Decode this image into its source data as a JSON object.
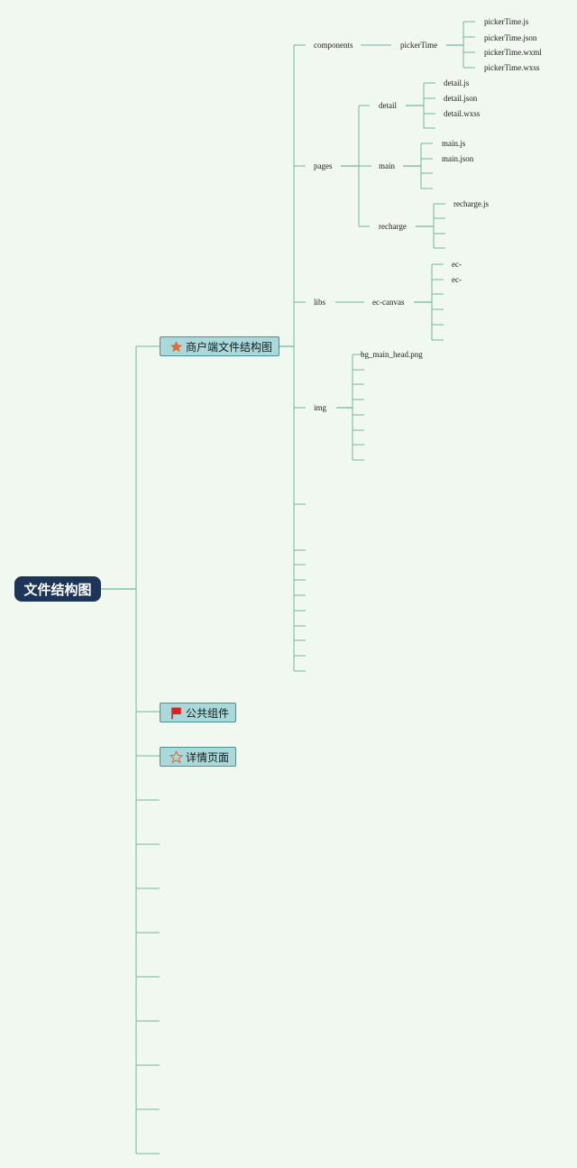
{
  "colors": {
    "background": "#f1f8ef",
    "line": "#6fb89a",
    "root_fill": "#1d3559",
    "topic_fill": "#a9d9da",
    "topic_border": "#4a8f92",
    "star_icon": "#e06a3b",
    "flag_icon": "#e0201e",
    "outline_star_icon": "#e06a3b"
  },
  "root": {
    "label": "文件结构图"
  },
  "topics": {
    "merchant": {
      "label": "商户端文件结构图",
      "icon": "star-icon"
    },
    "common": {
      "label": "公共组件",
      "icon": "flag-icon"
    },
    "detail": {
      "label": "详情页面",
      "icon": "star-outline-icon"
    }
  },
  "tree": {
    "components": "components",
    "pickerTime": "pickerTime",
    "pickerTime_files": [
      "pickerTime.js",
      "pickerTime.json",
      "pickerTime.wxml",
      "pickerTime.wxss"
    ],
    "pages": "pages",
    "detail": "detail",
    "detail_files": [
      "detail.js",
      "detail.json",
      "detail.wxss"
    ],
    "main": "main",
    "main_files": [
      "main.js",
      "main.json"
    ],
    "recharge": "recharge",
    "recharge_files": [
      "recharge.js"
    ],
    "libs": "libs",
    "ec_canvas": "ec-canvas",
    "ec_canvas_files": [
      "ec-",
      "ec-"
    ],
    "img": "img",
    "img_files": [
      "bg_main_head.png"
    ]
  }
}
